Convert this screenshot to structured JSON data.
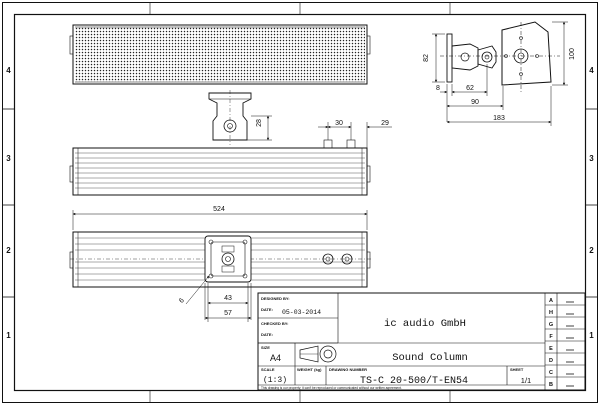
{
  "frame": {
    "zone_labels": [
      "4",
      "3",
      "2",
      "1"
    ],
    "row_labels": [
      "H",
      "G",
      "F",
      "E",
      "D",
      "C",
      "B",
      "A"
    ]
  },
  "dimensions": {
    "d82": "82",
    "d100": "100",
    "d8": "8",
    "d62": "62",
    "d90": "90",
    "d183": "183",
    "d28": "28",
    "d30": "30",
    "d29": "29",
    "d524": "524",
    "d6": "6",
    "d43": "43",
    "d57": "57"
  },
  "title_block": {
    "designed_by_label": "DESIGNED BY:",
    "date_label": "DATE:",
    "date_value": "05-03-2014",
    "checked_by_label": "CHECKED BY:",
    "checked_date_label": "DATE:",
    "size_label": "SIZE",
    "size_value": "A4",
    "company": "ic audio GmbH",
    "title": "Sound Column",
    "scale_label": "SCALE",
    "scale_value": "(1:3)",
    "weight_label": "WEIGHT (kg)",
    "drawing_number_label": "DRAWING NUMBER",
    "drawing_number": "TS-C 20-500/T-EN54",
    "sheet_label": "SHEET",
    "sheet_value": "1/1",
    "disclaimer": "This drawing is our property; it can't be reproduced or communicated without our written agreement."
  }
}
